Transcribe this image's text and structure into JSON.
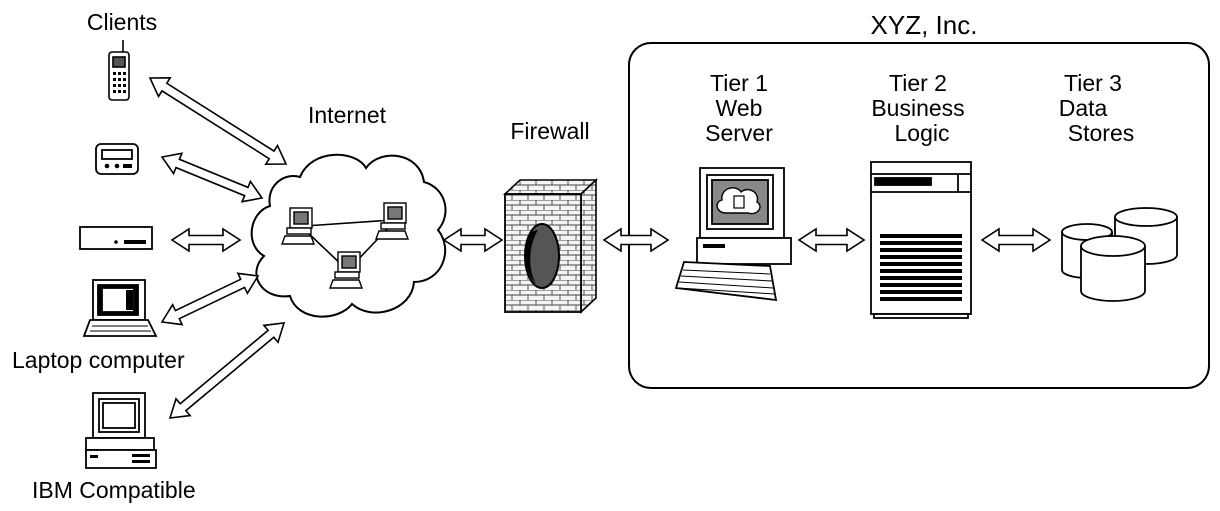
{
  "labels": {
    "clients": "Clients",
    "internet": "Internet",
    "firewall": "Firewall",
    "company": "XYZ, Inc.",
    "laptop": "Laptop computer",
    "ibm": "IBM Compatible"
  },
  "tiers": [
    {
      "line1": "Tier 1",
      "line2": "Web",
      "line3": "Server"
    },
    {
      "line1": "Tier 2",
      "line2": "Business",
      "line3": "Logic"
    },
    {
      "line1": "Tier 3",
      "line2": "Data",
      "line3": "Stores"
    }
  ]
}
